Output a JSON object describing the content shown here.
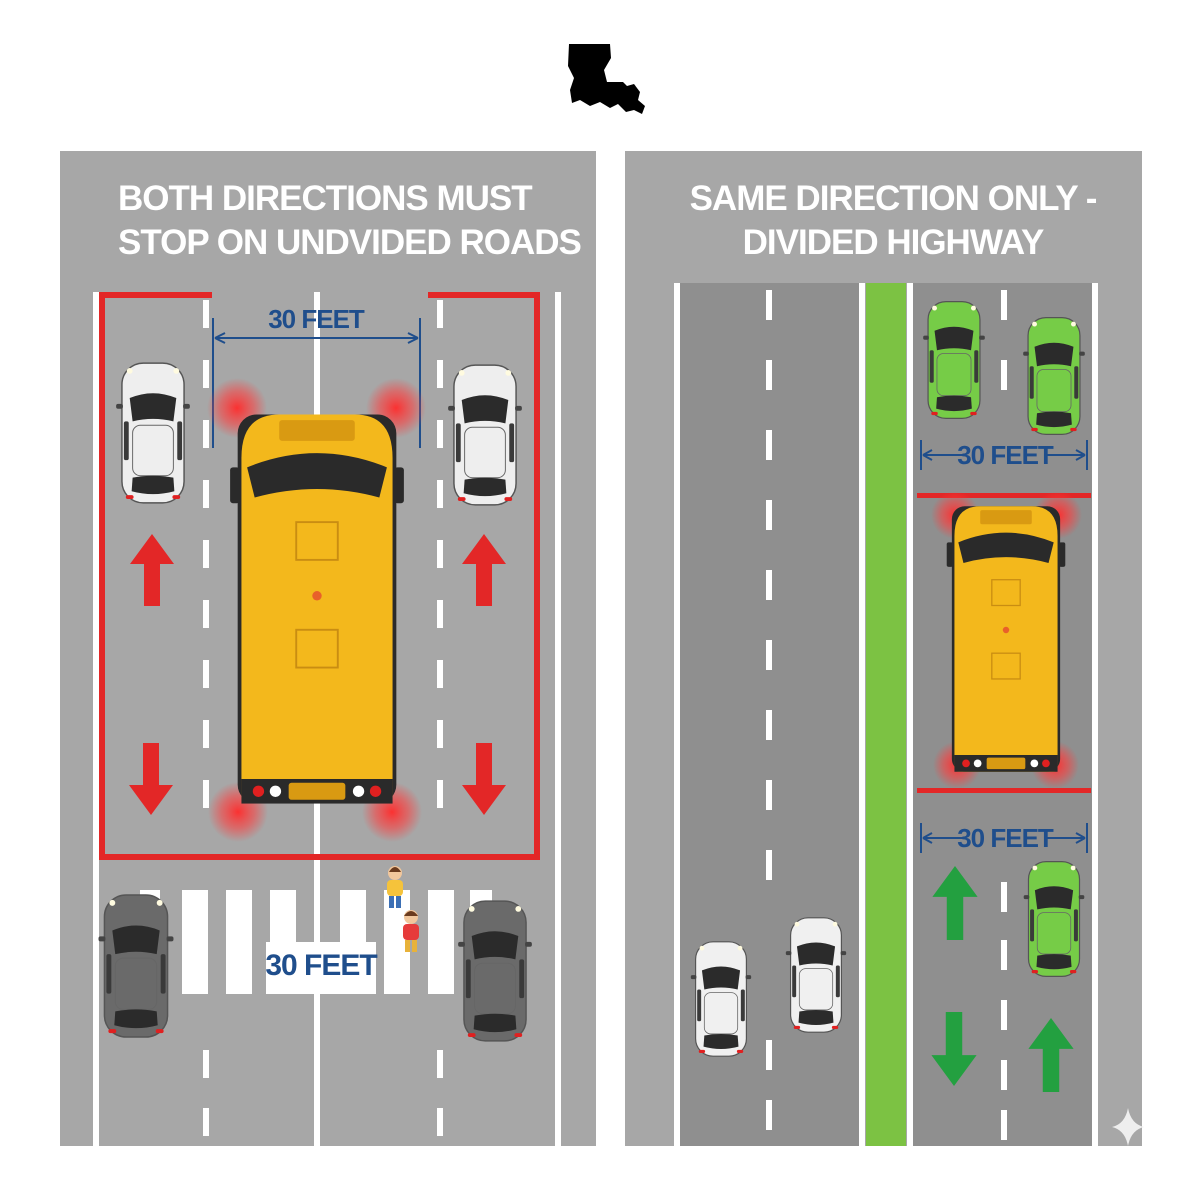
{
  "left_panel": {
    "title_line1": "BOTH DIRECTIONS MUST",
    "title_line2": "STOP ON UNDVIDED ROADS",
    "top_distance": "30 FEET",
    "crosswalk_distance": "30 FEET"
  },
  "right_panel": {
    "title_line1": "SAME DIRECTION ONLY -",
    "title_line2": "DIVIDED HIGHWAY",
    "front_distance": "30 FEET",
    "rear_distance": "30 FEET"
  },
  "colors": {
    "road": "#a7a7a7",
    "road_dark": "#8e8e8e",
    "bus": "#f3b81c",
    "stop_zone": "#e32727",
    "label": "#1f4e8c",
    "median": "#7cc243",
    "green_car": "#76cc47",
    "green_arrow": "#23a040"
  },
  "icons": [
    "louisiana-state-icon",
    "school-bus-icon",
    "car-icon",
    "arrow-up-icon",
    "arrow-down-icon",
    "child-pedestrian-icon"
  ]
}
